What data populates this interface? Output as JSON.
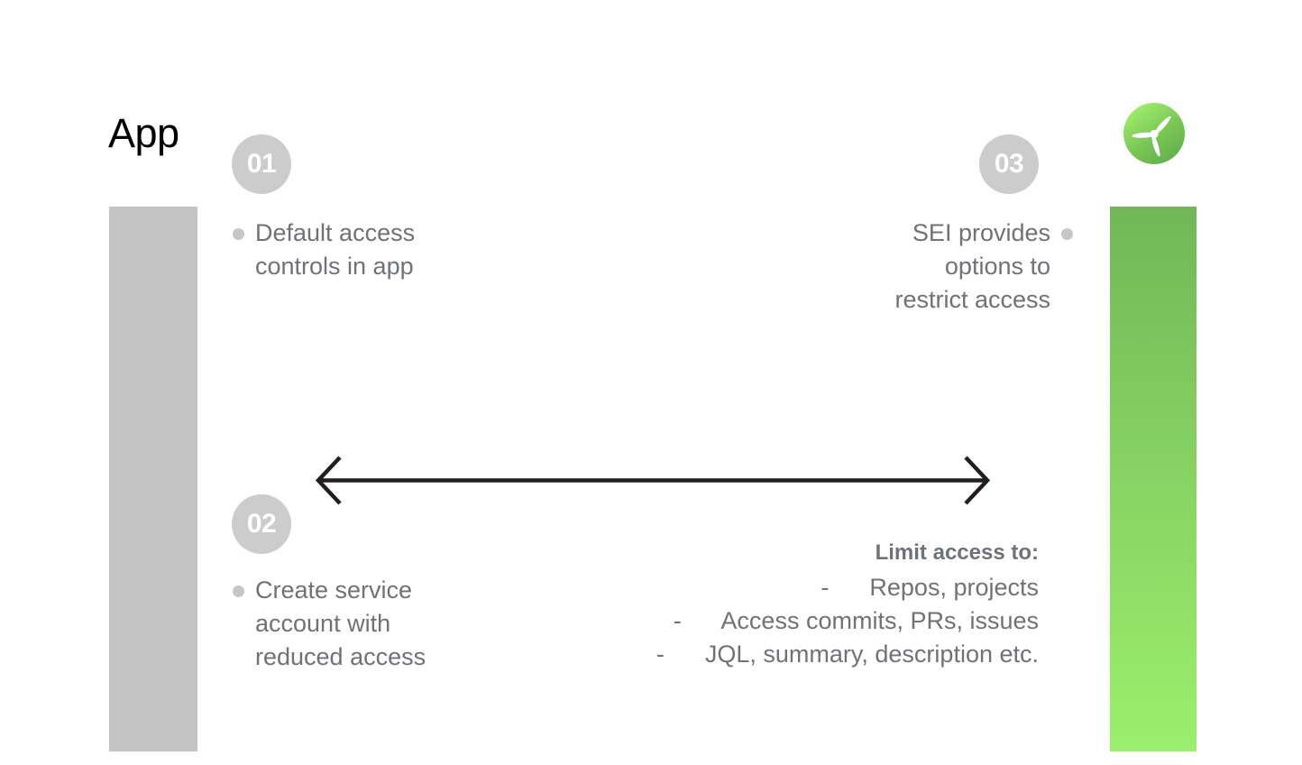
{
  "slide": {
    "title": "App",
    "background_color": "#ffffff"
  },
  "logo": {
    "name": "harness-propeller-logo",
    "gradient_from": "#9bef6c",
    "gradient_to": "#5fae4a"
  },
  "bars": {
    "left": {
      "name": "left-grey-bar",
      "color": "#c4c4c4"
    },
    "right": {
      "name": "right-green-bar",
      "gradient_from": "#71b757",
      "gradient_to": "#9bef6c"
    }
  },
  "badges": {
    "one": "01",
    "two": "02",
    "three": "03",
    "color": "#cccccc",
    "text_color": "#ffffff"
  },
  "steps": [
    {
      "number": "01",
      "text": "Default access\ncontrols in app",
      "align": "left"
    },
    {
      "number": "02",
      "text": "Create service\naccount with\nreduced access",
      "align": "left"
    },
    {
      "number": "03",
      "text": "SEI provides\noptions to\nrestrict access",
      "align": "right"
    }
  ],
  "arrow": {
    "name": "double-headed-arrow",
    "direction": "both",
    "color": "#231f20"
  },
  "limit_access": {
    "heading": "Limit access to:",
    "items": [
      "-      Repos, projects",
      "-      Access commits, PRs, issues",
      "-      JQL, summary, description etc."
    ]
  },
  "colors": {
    "body_text": "#6f7276",
    "title_text": "#000000",
    "bullet": "#c6c6c6"
  }
}
